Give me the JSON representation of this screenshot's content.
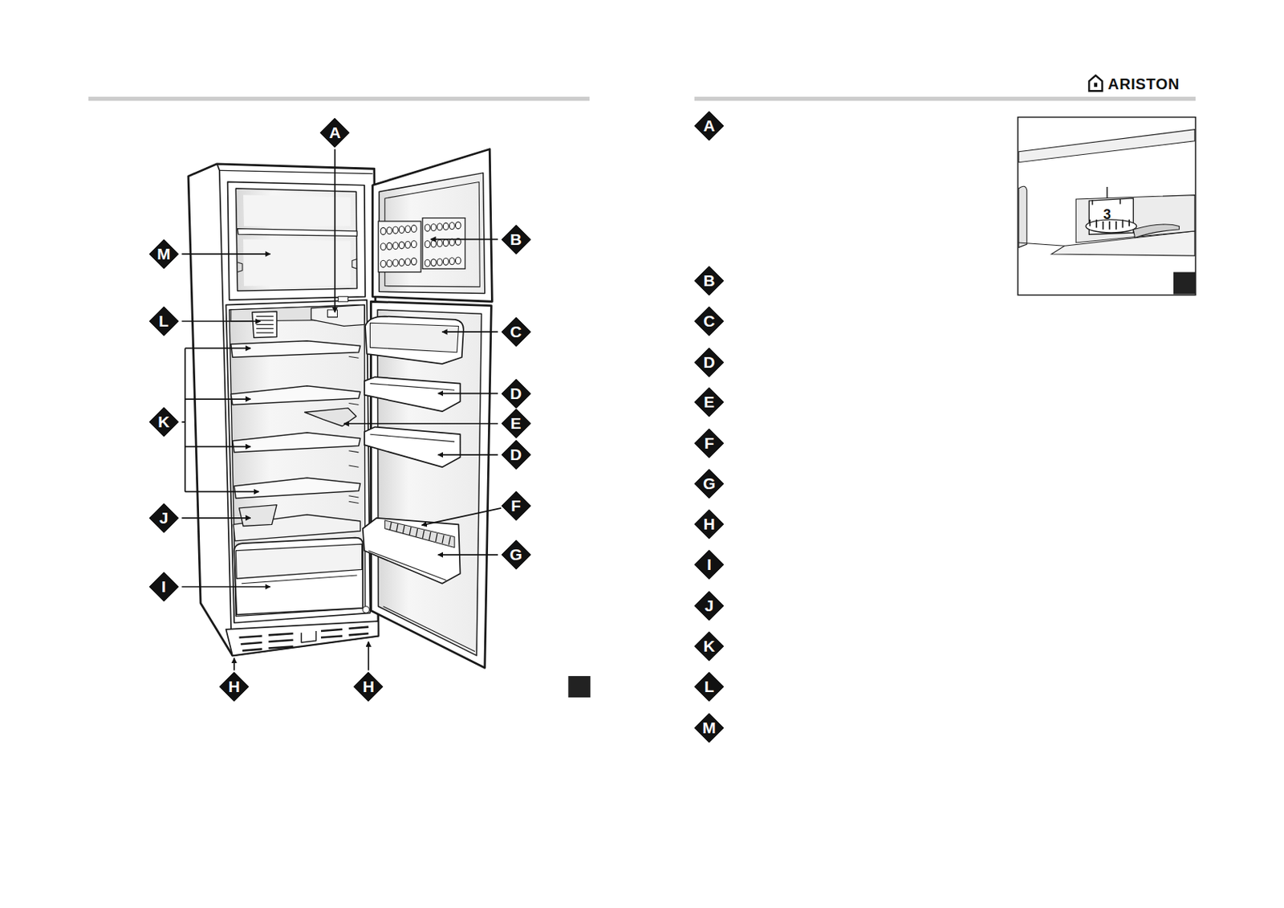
{
  "diagram": {
    "labels": [
      "A",
      "B",
      "M",
      "L",
      "C",
      "D",
      "K",
      "E",
      "D",
      "F",
      "J",
      "G",
      "I",
      "H",
      "H",
      "ARISTON",
      "A",
      "B",
      "C",
      "D",
      "E",
      "F",
      "G",
      "H",
      "I",
      "J",
      "K",
      "L",
      "M",
      "3"
    ]
  }
}
